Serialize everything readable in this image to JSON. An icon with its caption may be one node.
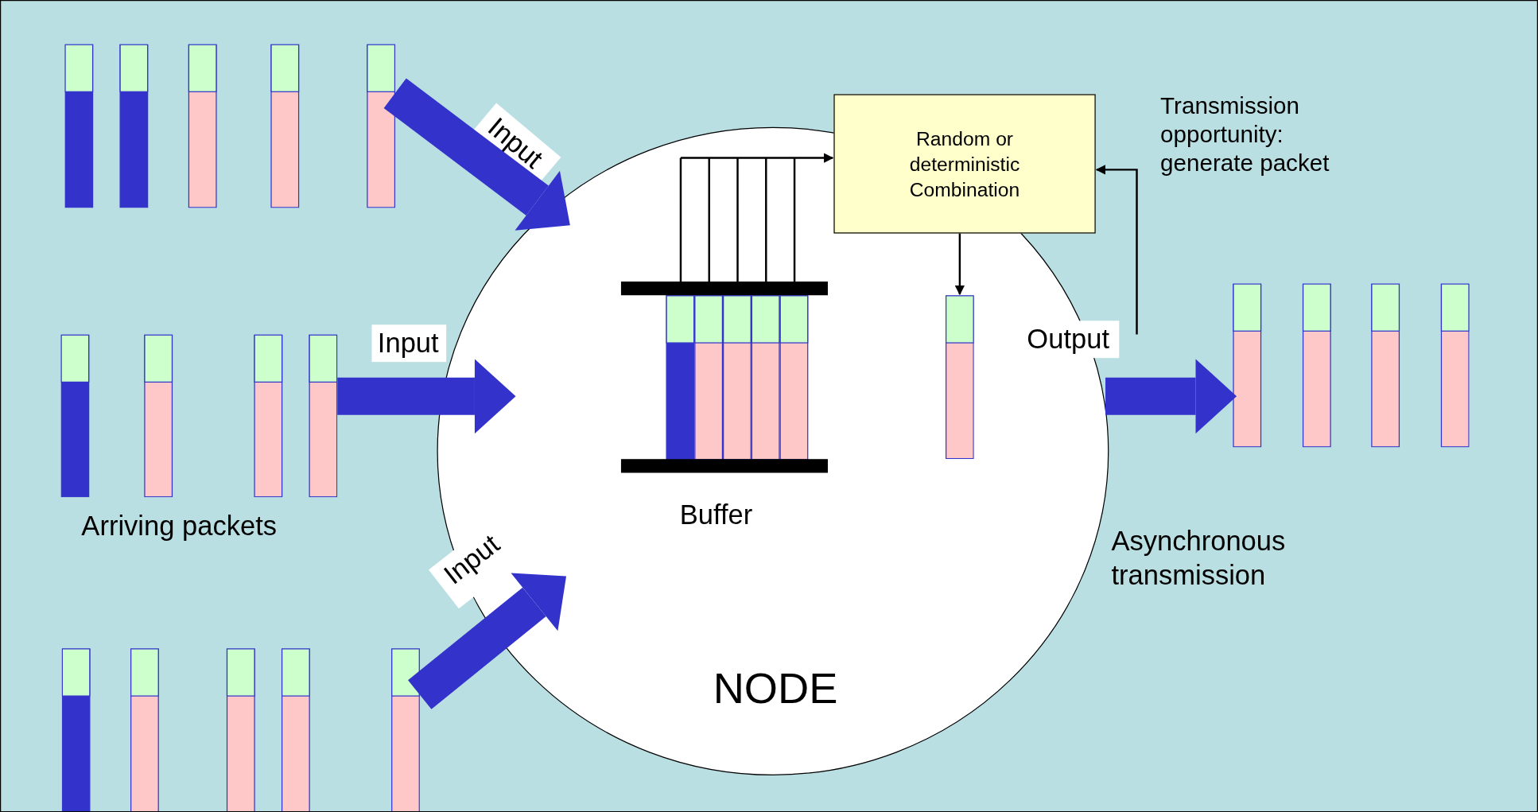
{
  "diagram": {
    "nodes": [
      {
        "text": [
          "NODE"
        ]
      },
      {
        "text": [
          "Random or deterministic Combination"
        ]
      },
      {
        "text": [
          "Buffer"
        ],
        "in": 0
      },
      {
        "text": [],
        "shape": "bar",
        "in": 0
      },
      {
        "text": [],
        "shape": "bar"
      },
      {
        "text": [],
        "shape": "bar"
      },
      {
        "text": [],
        "shape": "bar"
      },
      {
        "text": [],
        "shape": "bar"
      }
    ],
    "edges": [
      {
        "from": 4,
        "to": 0,
        "label": "Input",
        "arrow": "to"
      },
      {
        "from": 5,
        "to": 0,
        "label": "Input",
        "arrow": "to"
      },
      {
        "from": 6,
        "to": 0,
        "label": "Input",
        "arrow": "to"
      },
      {
        "from": 0,
        "to": 7,
        "label": "Output",
        "arrow": "to"
      },
      {
        "from": 2,
        "to": 1,
        "arrow": "to",
        "color": "#000000"
      },
      {
        "from": 1,
        "to": 3,
        "arrow": "to",
        "color": "#000000"
      },
      {
        "from": null,
        "to": 1,
        "label": "Transmission opportunity: generate packet",
        "arrow": "to",
        "color": "#000000"
      }
    ],
    "labels": [
      "Arriving packets",
      "Asynchronous transmission"
    ]
  }
}
